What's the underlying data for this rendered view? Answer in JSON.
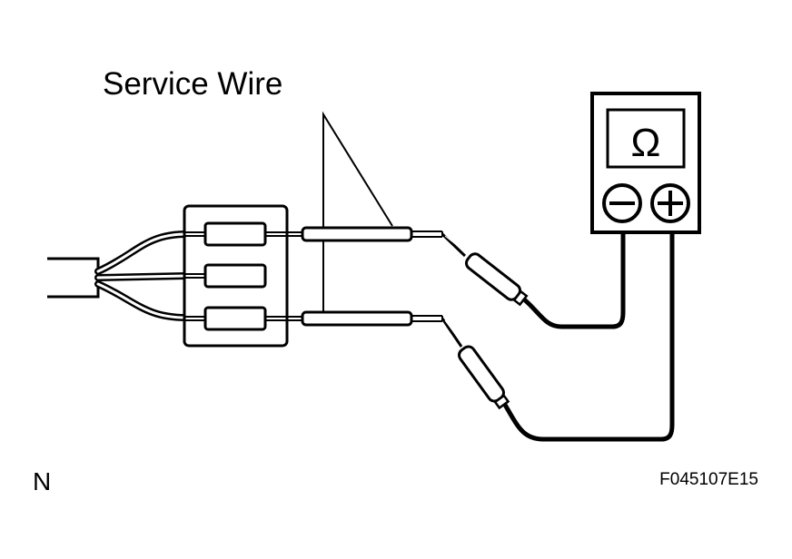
{
  "labels": {
    "service_wire": "Service Wire",
    "ohm_symbol": "Ω",
    "view_letter": "N",
    "figure_code": "F045107E15"
  },
  "icons": {
    "negative_terminal": "minus-circle-icon",
    "positive_terminal": "plus-circle-icon"
  }
}
